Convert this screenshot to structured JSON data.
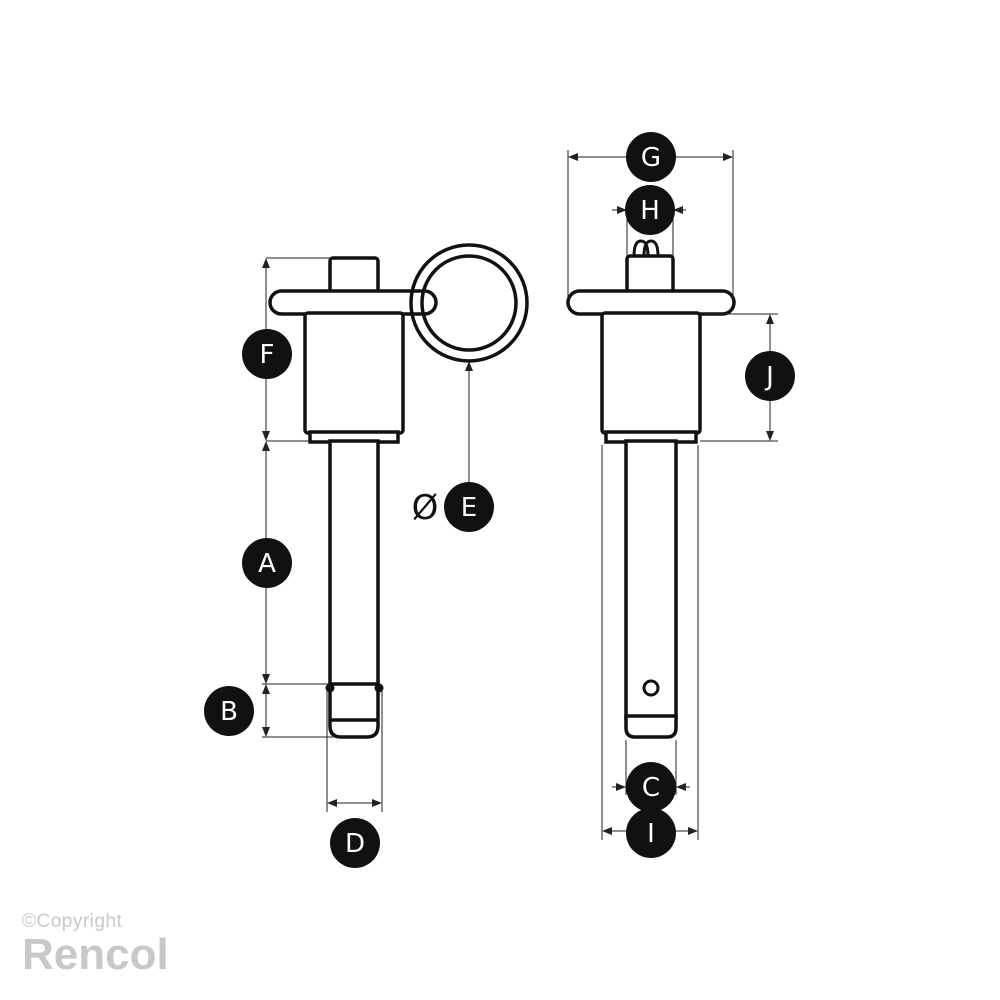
{
  "labels": {
    "A": "A",
    "B": "B",
    "C": "C",
    "D": "D",
    "E": "E",
    "F": "F",
    "G": "G",
    "H": "H",
    "I": "I",
    "J": "J"
  },
  "diameter_symbol": "Ø",
  "watermark": {
    "copyright": "©Copyright",
    "brand": "Rencol"
  },
  "colors": {
    "line": "#111111",
    "badge": "#111111",
    "watermark": "#c8c8c8"
  }
}
